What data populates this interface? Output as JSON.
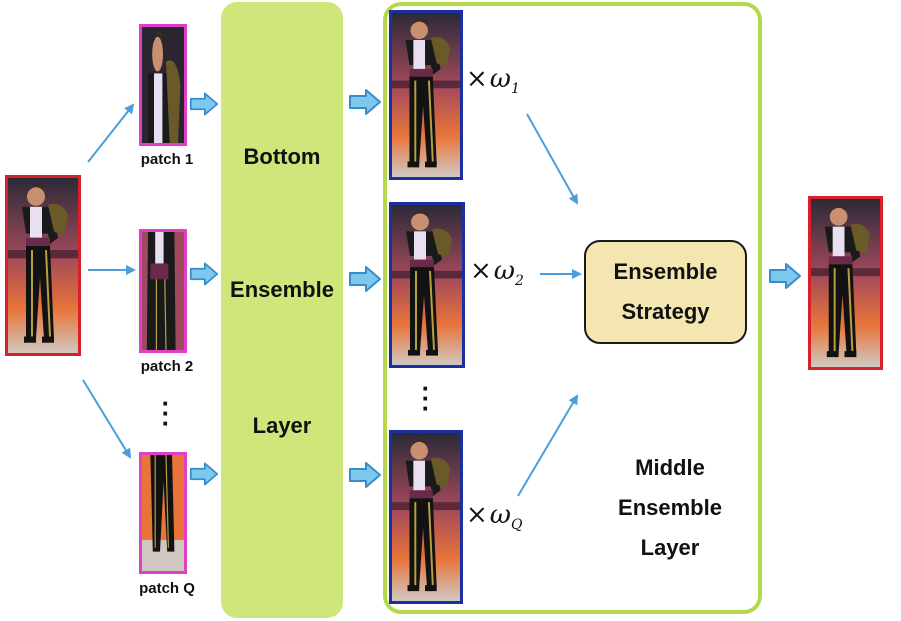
{
  "patches": [
    "patch 1",
    "patch 2",
    "patch Q"
  ],
  "bottom_layer": [
    "Bottom",
    "Ensemble",
    "Layer"
  ],
  "weights": {
    "times": "×",
    "omega": "ω",
    "subs": [
      "1",
      "2",
      "Q"
    ]
  },
  "strategy": [
    "Ensemble",
    "Strategy"
  ],
  "middle_layer": [
    "Middle",
    "Ensemble",
    "Layer"
  ],
  "colors": {
    "input_border": "#d8202a",
    "patch_border": "#e040c8",
    "weighted_border": "#1a2fa0",
    "output_border": "#d8202a",
    "arrow": "#4a9fd8",
    "fat_arrow_fill": "#7cc8ee",
    "bottom_layer_fill": "#cfe67a",
    "middle_layer_border": "#b4d84a",
    "strategy_fill": "#f4e6b0"
  }
}
